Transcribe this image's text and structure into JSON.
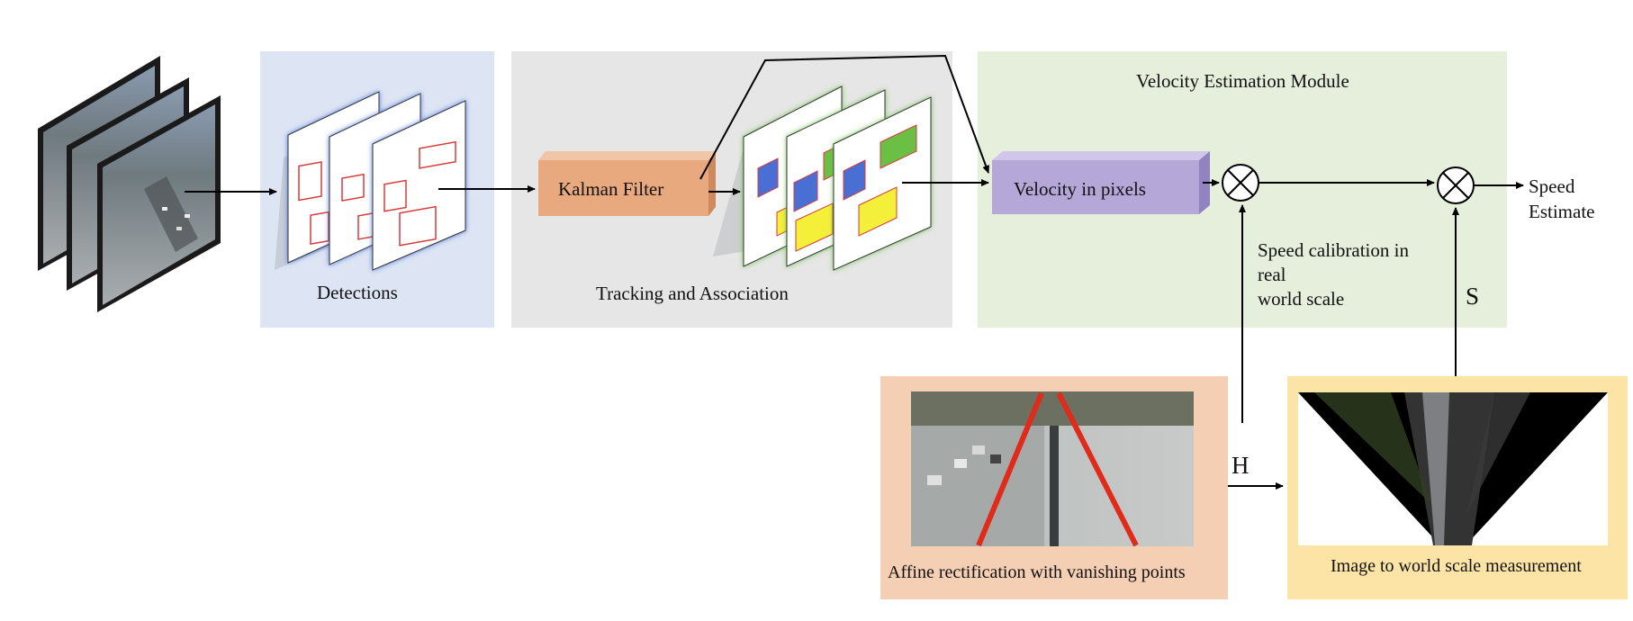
{
  "labels": {
    "detections": "Detections",
    "tracking": "Tracking and Association",
    "velocity_module": "Velocity Estimation Module",
    "kalman": "Kalman Filter",
    "velocity_pixels": "Velocity in pixels",
    "speed_calibration": "Speed calibration in\nreal\nworld scale",
    "speed_estimate": "Speed\nEstimate",
    "h": "H",
    "s": "S",
    "affine": "Affine rectification with vanishing points",
    "image_to_world": "Image to world scale measurement"
  },
  "colors": {
    "detections_panel": "#dde5f4",
    "tracking_panel": "#e6e6e6",
    "velocity_panel": "#e5efdc",
    "affine_panel": "#f5cfb3",
    "world_panel": "#fbe4a6",
    "kalman_box": "#e8a97f",
    "velocity_box": "#b5a8d8",
    "bbox_red": "#d83a3a",
    "track_blue": "#4a6fd4",
    "track_green": "#6cbf45",
    "track_yellow": "#f4f03a",
    "vanishing_line": "#e02a1a"
  }
}
